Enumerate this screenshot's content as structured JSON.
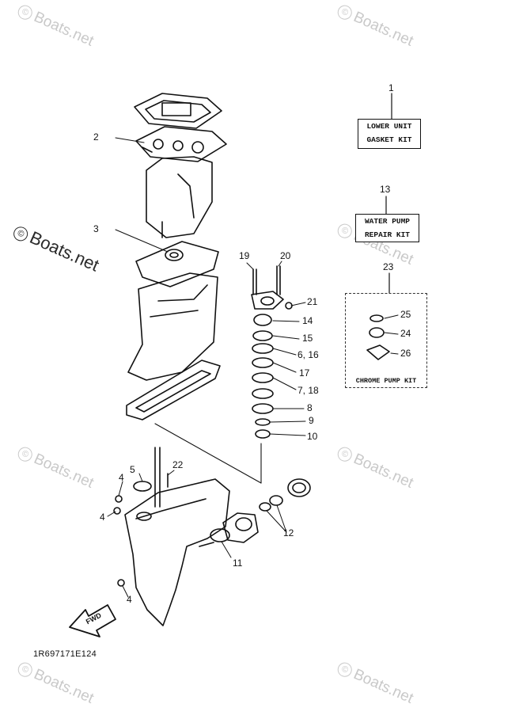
{
  "diagram_code": "1R697171E124",
  "watermark": {
    "text": "Boats.net",
    "symbol": "©"
  },
  "kits": {
    "lower_unit": {
      "line1": "LOWER UNIT",
      "line2": "GASKET KIT"
    },
    "water_pump": {
      "line1": "WATER PUMP",
      "line2": "REPAIR KIT"
    },
    "chrome_pump": {
      "label": "CHROME PUMP KIT"
    }
  },
  "callouts": {
    "n1": "1",
    "n2": "2",
    "n3": "3",
    "n4a": "4",
    "n4b": "4",
    "n4c": "4",
    "n5": "5",
    "n8": "8",
    "n9": "9",
    "n10": "10",
    "n11": "11",
    "n12": "12",
    "n13": "13",
    "n14": "14",
    "n15": "15",
    "n6_16": "6, 16",
    "n17": "17",
    "n7_18": "7, 18",
    "n19": "19",
    "n20": "20",
    "n21": "21",
    "n22": "22",
    "n23": "23",
    "n24": "24",
    "n25": "25",
    "n26": "26"
  },
  "fwd_label": "FWD"
}
